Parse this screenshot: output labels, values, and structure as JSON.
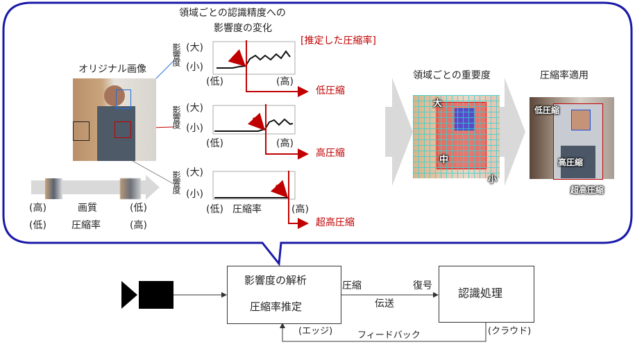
{
  "top_panel": {
    "original_image_label": "オリジナル画像",
    "chart_title_line1": "領域ごとの認識精度への",
    "chart_title_line2": "影響度の変化",
    "estimated_rate_label": "[推定した圧縮率]",
    "y_axis_label": "影響度",
    "y_high": "(大)",
    "y_low": "(小)",
    "x_low": "(低)",
    "x_high": "(高)",
    "x_axis_label": "圧縮率",
    "charts": [
      {
        "result": "低圧縮",
        "estimated_rate": 0.35
      },
      {
        "result": "高圧縮",
        "estimated_rate": 0.6
      },
      {
        "result": "超高圧縮",
        "estimated_rate": 0.92
      }
    ],
    "quality_scale": {
      "row1": [
        "(高)",
        "画質",
        "(低)"
      ],
      "row2": [
        "(低)",
        "圧縮率",
        "(高)"
      ]
    },
    "importance_title": "領域ごとの重要度",
    "importance_labels": {
      "high": "大",
      "mid": "中",
      "low": "小"
    },
    "applied_title": "圧縮率適用",
    "applied_labels": {
      "low": "低圧縮",
      "high": "高圧縮",
      "ultra": "超高圧縮"
    }
  },
  "flow": {
    "edge_box_line1": "影響度の解析",
    "edge_box_line2": "圧縮率推定",
    "edge_label": "(エッジ)",
    "cloud_box": "認識処理",
    "cloud_label": "(クラウド)",
    "compress": "圧縮",
    "decode": "復号",
    "transmit": "伝送",
    "feedback": "フィードバック"
  },
  "colors": {
    "bubble": "#1a1aa8",
    "red": "#c00000",
    "blue": "#1f4fd8"
  }
}
